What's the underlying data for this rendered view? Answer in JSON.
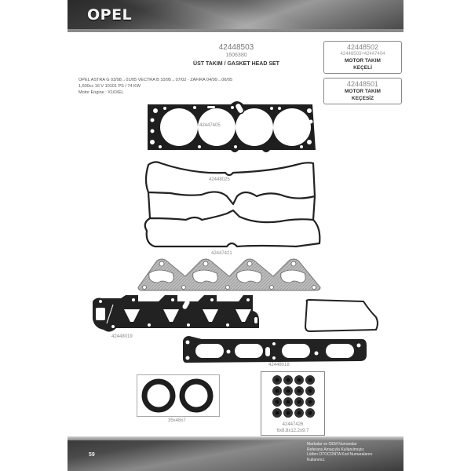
{
  "header": {
    "brand": "OPEL"
  },
  "product": {
    "code": "42448503",
    "sub_code": "1606380",
    "name": "ÜST TAKIM / GASKET HEAD SET"
  },
  "side_boxes": [
    {
      "code": "42448502",
      "sub_code": "42448503+42447404",
      "line1": "MOTOR TAKIM",
      "line2": "KEÇELİ"
    },
    {
      "code": "42448501",
      "line1": "MOTOR TAKIM",
      "line2": "KEÇESİZ"
    }
  ],
  "applications": {
    "line1": "OPEL ASTRA G   03/98→01/05   VECTRA B 10/95→07/02 - ZAFIRA  04/99→06/05",
    "line2": "1,600cc 16 V 10101 PS / 74 KW",
    "line3": "Motor Engine : X16XEL"
  },
  "parts": [
    {
      "id": "head-gasket",
      "code": "42447405"
    },
    {
      "id": "valve-cover-gasket",
      "code": "42448025"
    },
    {
      "id": "exhaust-manifold-gasket",
      "code": "42447421"
    },
    {
      "id": "intake-manifold-gasket",
      "code": "42448019"
    },
    {
      "id": "intake-manifold-gasket-2",
      "code": "42448018"
    },
    {
      "id": "shaft-seals",
      "code": "35x48x7"
    },
    {
      "id": "valve-stem-seals",
      "code": "42447426",
      "size": "6x8.8x12.2x9.7"
    }
  ],
  "footer": {
    "page_number": "59",
    "note_lines": [
      "Markalar ve OEM Numaralar",
      "Referans Amaçıyla Kullanılmıştır.",
      "Lütfen OTOCONTA Kod Numaralarını",
      "Kullanınız."
    ]
  },
  "colors": {
    "header_dark": "#2a2a2a",
    "gasket_black": "#1e1e1e",
    "gasket_gray": "#b9b9b9",
    "text_gray": "#888888"
  }
}
